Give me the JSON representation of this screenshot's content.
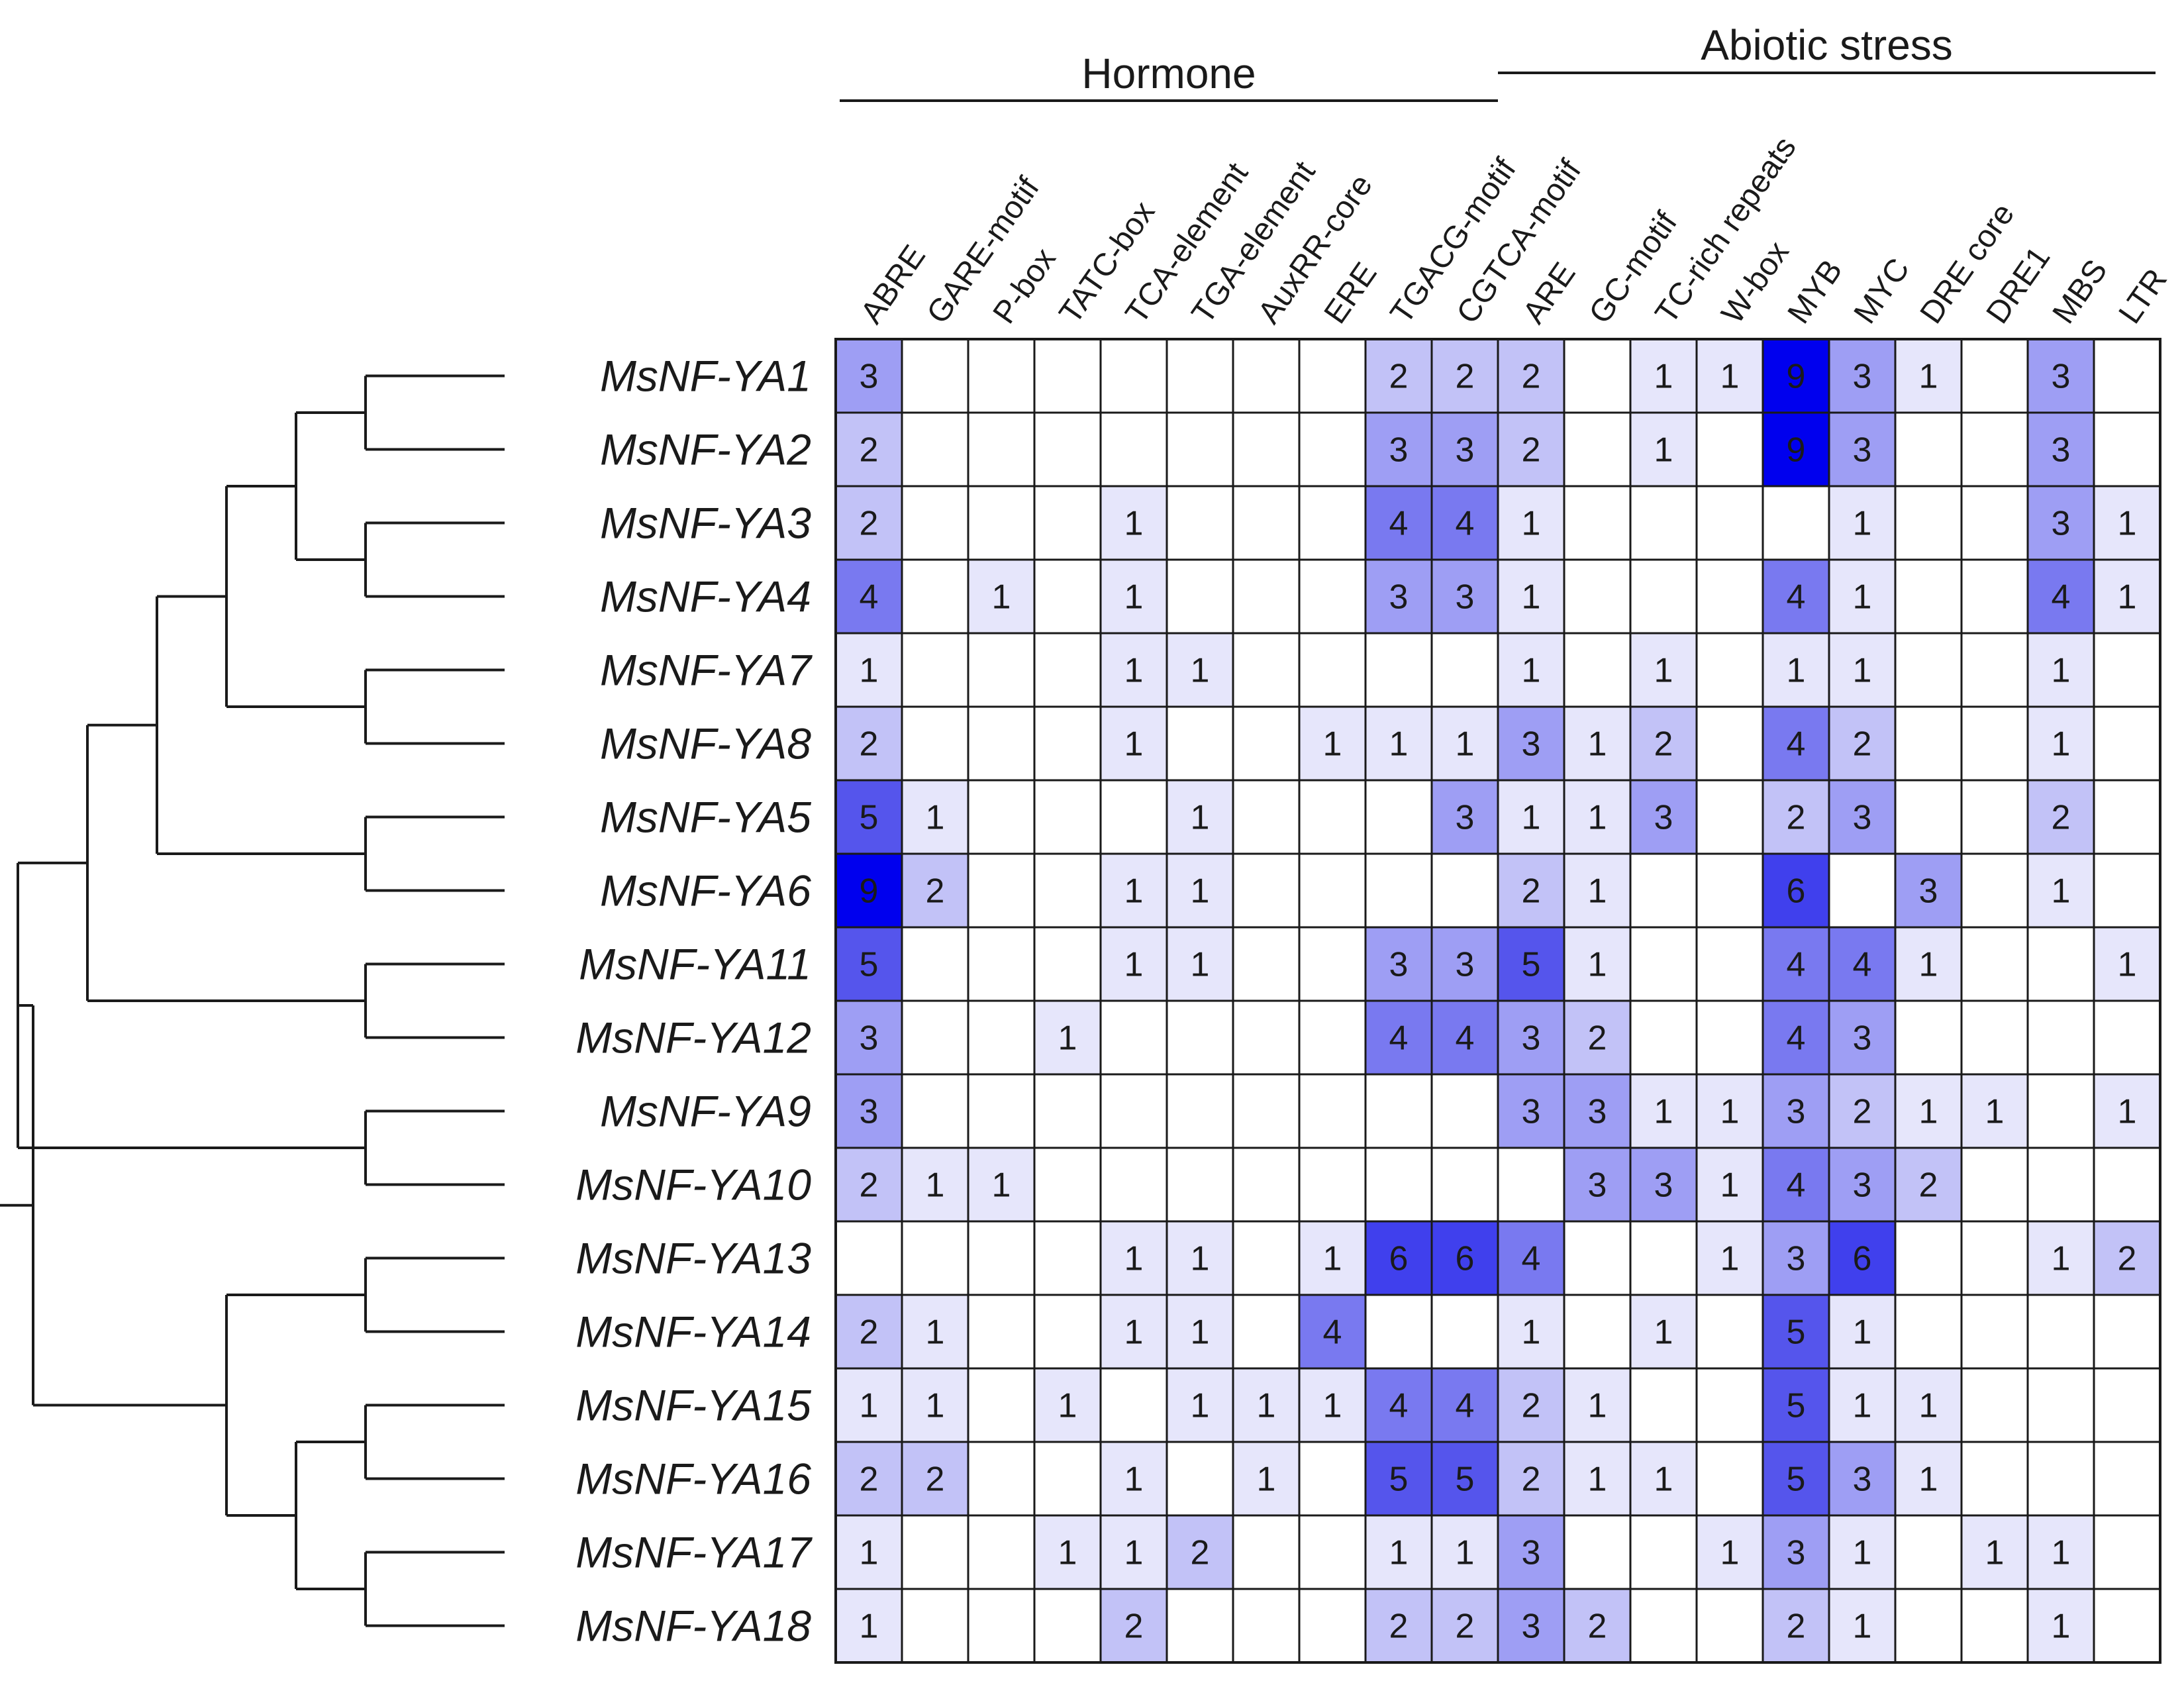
{
  "chart_data": {
    "type": "heatmap",
    "groups": [
      {
        "label": "Hormone",
        "columns": [
          "ABRE",
          "GARE-motif",
          "P-box",
          "TATC-box",
          "TCA-element",
          "TGA-element",
          "AuxRR-core",
          "ERE",
          "TGACG-motif",
          "CGTCA-motif"
        ]
      },
      {
        "label": "Abiotic stress",
        "columns": [
          "ARE",
          "GC-motif",
          "TC-rich repeats",
          "W-box",
          "MYB",
          "MYC",
          "DRE core",
          "DRE1",
          "MBS",
          "LTR"
        ]
      }
    ],
    "columns": [
      "ABRE",
      "GARE-motif",
      "P-box",
      "TATC-box",
      "TCA-element",
      "TGA-element",
      "AuxRR-core",
      "ERE",
      "TGACG-motif",
      "CGTCA-motif",
      "ARE",
      "GC-motif",
      "TC-rich repeats",
      "W-box",
      "MYB",
      "MYC",
      "DRE core",
      "DRE1",
      "MBS",
      "LTR"
    ],
    "rows": [
      "MsNF-YA1",
      "MsNF-YA2",
      "MsNF-YA3",
      "MsNF-YA4",
      "MsNF-YA7",
      "MsNF-YA8",
      "MsNF-YA5",
      "MsNF-YA6",
      "MsNF-YA11",
      "MsNF-YA12",
      "MsNF-YA9",
      "MsNF-YA10",
      "MsNF-YA13",
      "MsNF-YA14",
      "MsNF-YA15",
      "MsNF-YA16",
      "MsNF-YA17",
      "MsNF-YA18"
    ],
    "values": [
      [
        3,
        null,
        null,
        null,
        null,
        null,
        null,
        null,
        2,
        2,
        2,
        null,
        1,
        1,
        9,
        3,
        1,
        null,
        3,
        null
      ],
      [
        2,
        null,
        null,
        null,
        null,
        null,
        null,
        null,
        3,
        3,
        2,
        null,
        1,
        null,
        9,
        3,
        null,
        null,
        3,
        null
      ],
      [
        2,
        null,
        null,
        null,
        1,
        null,
        null,
        null,
        4,
        4,
        1,
        null,
        null,
        null,
        null,
        1,
        null,
        null,
        3,
        1
      ],
      [
        4,
        null,
        1,
        null,
        1,
        null,
        null,
        null,
        3,
        3,
        1,
        null,
        null,
        null,
        4,
        1,
        null,
        null,
        4,
        1
      ],
      [
        1,
        null,
        null,
        null,
        1,
        1,
        null,
        null,
        null,
        null,
        1,
        null,
        1,
        null,
        1,
        1,
        null,
        null,
        1,
        null
      ],
      [
        2,
        null,
        null,
        null,
        1,
        null,
        null,
        1,
        1,
        1,
        3,
        1,
        2,
        null,
        4,
        2,
        null,
        null,
        1,
        null
      ],
      [
        5,
        1,
        null,
        null,
        null,
        1,
        null,
        null,
        null,
        3,
        1,
        1,
        3,
        null,
        2,
        3,
        null,
        null,
        2,
        null
      ],
      [
        9,
        2,
        null,
        null,
        1,
        1,
        null,
        null,
        null,
        null,
        2,
        1,
        null,
        null,
        6,
        null,
        3,
        null,
        1,
        null
      ],
      [
        5,
        null,
        null,
        null,
        1,
        1,
        null,
        null,
        3,
        3,
        5,
        1,
        null,
        null,
        4,
        4,
        1,
        null,
        null,
        1
      ],
      [
        3,
        null,
        null,
        1,
        null,
        null,
        null,
        null,
        4,
        4,
        3,
        2,
        null,
        null,
        4,
        3,
        null,
        null,
        null,
        null
      ],
      [
        3,
        null,
        null,
        null,
        null,
        null,
        null,
        null,
        null,
        null,
        3,
        3,
        1,
        1,
        3,
        2,
        1,
        1,
        null,
        1
      ],
      [
        2,
        1,
        1,
        null,
        null,
        null,
        null,
        null,
        null,
        null,
        null,
        3,
        3,
        1,
        4,
        3,
        2,
        null,
        null,
        null
      ],
      [
        null,
        null,
        null,
        null,
        1,
        1,
        null,
        1,
        6,
        6,
        4,
        null,
        null,
        1,
        3,
        6,
        null,
        null,
        1,
        2
      ],
      [
        2,
        1,
        null,
        null,
        1,
        1,
        null,
        4,
        null,
        null,
        1,
        null,
        1,
        null,
        5,
        1,
        null,
        null,
        null,
        null
      ],
      [
        1,
        1,
        null,
        1,
        null,
        1,
        1,
        1,
        4,
        4,
        2,
        1,
        null,
        null,
        5,
        1,
        1,
        null,
        null,
        null
      ],
      [
        2,
        2,
        null,
        null,
        1,
        null,
        1,
        null,
        5,
        5,
        2,
        1,
        1,
        null,
        5,
        3,
        1,
        null,
        null,
        null
      ],
      [
        1,
        null,
        null,
        1,
        1,
        2,
        null,
        null,
        1,
        1,
        3,
        null,
        null,
        1,
        3,
        1,
        null,
        1,
        1,
        null
      ],
      [
        1,
        null,
        null,
        null,
        2,
        null,
        null,
        null,
        2,
        2,
        3,
        2,
        null,
        null,
        2,
        1,
        null,
        null,
        1,
        null
      ]
    ],
    "color_scale": {
      "min": 1,
      "max": 9,
      "low": "#e6e6fb",
      "mid": "#5555ec",
      "high": "#0000ee",
      "empty": "#ffffff"
    },
    "dendrogram": {
      "leaves": [
        "MsNF-YA1",
        "MsNF-YA2",
        "MsNF-YA3",
        "MsNF-YA4",
        "MsNF-YA7",
        "MsNF-YA8",
        "MsNF-YA5",
        "MsNF-YA6",
        "MsNF-YA11",
        "MsNF-YA12",
        "MsNF-YA9",
        "MsNF-YA10",
        "MsNF-YA13",
        "MsNF-YA14",
        "MsNF-YA15",
        "MsNF-YA16",
        "MsNF-YA17",
        "MsNF-YA18"
      ],
      "tree": [
        [
          [
            [
              [
                [
                  [
                    0,
                    1
                  ],
                  [
                    2,
                    3
                  ]
                ],
                [
                  4,
                  5
                ]
              ],
              [
                6,
                7
              ]
            ],
            [
              8,
              9
            ]
          ],
          [
            10,
            11
          ]
        ],
        [
          [
            12,
            13
          ],
          [
            [
              14,
              15
            ],
            [
              16,
              17
            ]
          ]
        ]
      ]
    }
  }
}
